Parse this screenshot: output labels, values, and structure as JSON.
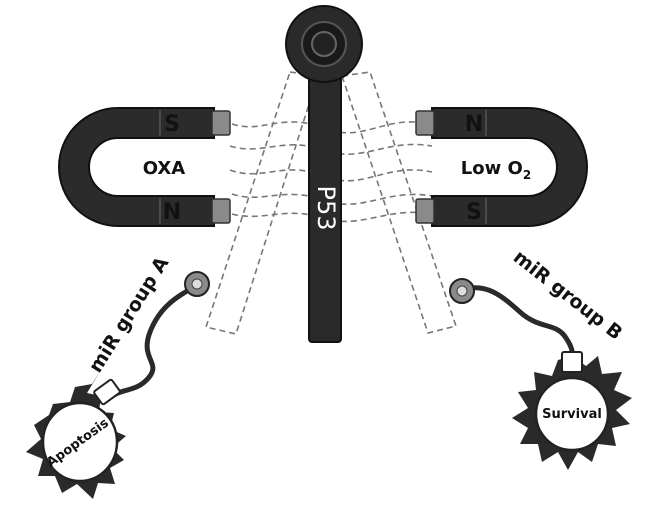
{
  "p53_label": "P53",
  "left_magnet": {
    "top_pole": "S",
    "bottom_pole": "N",
    "label": "OXA"
  },
  "right_magnet": {
    "top_pole": "N",
    "bottom_pole": "S",
    "label_main": "Low O",
    "label_sub": "2"
  },
  "left_branch": {
    "label": "miR group A",
    "bulb_label": "Apoptosis"
  },
  "right_branch": {
    "label": "miR group B",
    "bulb_label": "Survival"
  },
  "colors": {
    "magnet": "#2b2b2b",
    "magnet_highlight": "#3d3d3d",
    "tip": "#8a8a8a",
    "stick": "#2a2a2a",
    "field_lines": "#777777"
  }
}
